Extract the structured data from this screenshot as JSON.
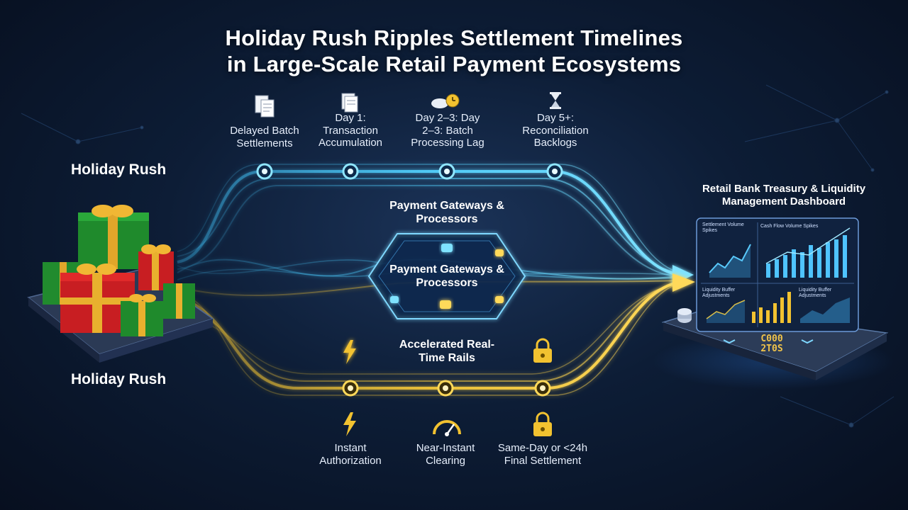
{
  "title": {
    "line1": "Holiday Rush Ripples Settlement Timelines",
    "line2": "in Large-Scale Retail Payment Ecosystems"
  },
  "sources": {
    "top_label": "Holiday Rush",
    "bottom_label": "Holiday Rush"
  },
  "top_timeline": {
    "steps": [
      {
        "icon": "documents-icon",
        "label": "Delayed Batch Settlements"
      },
      {
        "icon": "document-stack-icon",
        "label": "Day 1: Transaction Accumulation"
      },
      {
        "icon": "cloud-clock-icon",
        "label": "Day 2–3: Day 2–3: Batch Processing Lag"
      },
      {
        "icon": "hourglass-icon",
        "label": "Day 5+: Reconciliation Backlogs"
      }
    ]
  },
  "middle": {
    "upper_label": "Payment Gateways & Processors",
    "hub_label": "Payment Gateways & Processors",
    "rails_label": "Accelerated Real-Time Rails"
  },
  "bottom_timeline": {
    "steps": [
      {
        "icon": "lightning-icon",
        "label": "Instant Authorization"
      },
      {
        "icon": "speedometer-icon",
        "label": "Near-Instant Clearing"
      },
      {
        "icon": "padlock-icon",
        "label": "Same-Day or <24h Final Settlement"
      }
    ]
  },
  "dashboard": {
    "title": "Retail Bank Treasury & Liquidity Management Dashboard",
    "panels": {
      "p1": "Settlement Volume Spikes",
      "p2": "Cash Flow Volume Spikes",
      "p3": "Liquidity Buffer Adjustments",
      "p4": "Liquidity Buffer Adjustments"
    },
    "code_line1": "C000",
    "code_line2": "2T0S"
  },
  "colors": {
    "blue_stream": "#3fc6ff",
    "gold_stream": "#f2c230",
    "background": "#0d1d36"
  }
}
